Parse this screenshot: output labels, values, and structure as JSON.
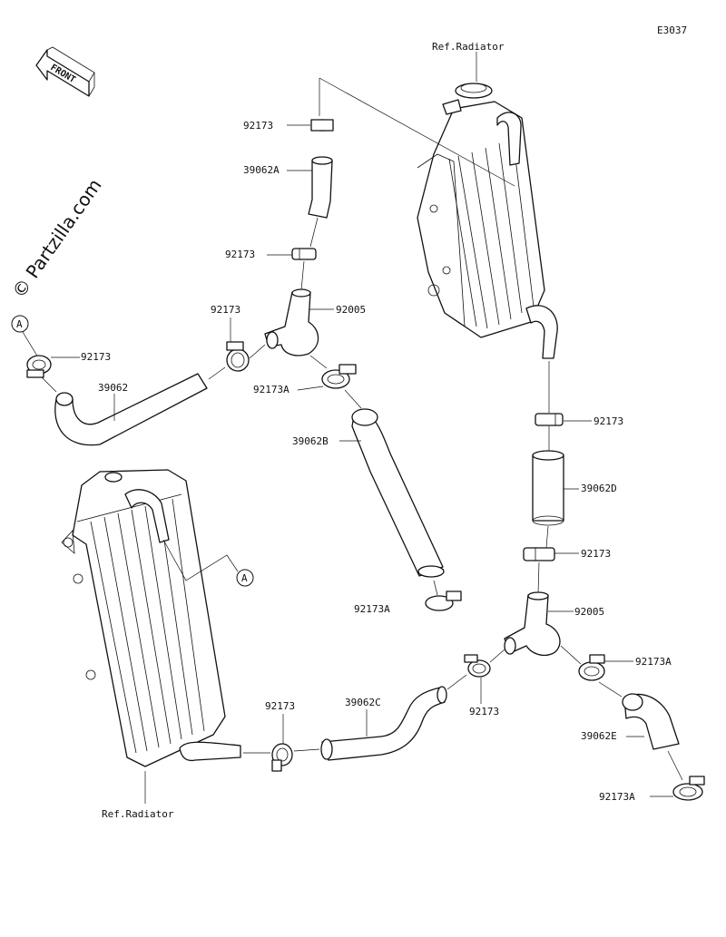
{
  "diagram_code": "E3037",
  "watermark": "© Partzilla.com",
  "front_label": "FRONT",
  "ref_labels": {
    "radiator_top": "Ref.Radiator",
    "radiator_bottom": "Ref.Radiator"
  },
  "callout_a": "A",
  "parts": {
    "clamp_top_1": "92173",
    "hose_39062a": "39062A",
    "clamp_top_2": "92173",
    "fitting_top": "92005",
    "clamp_left_mid": "92173",
    "clamp_a_left": "92173",
    "hose_39062": "39062",
    "clamp_92173a_1": "92173A",
    "hose_39062b": "39062B",
    "clamp_92173a_2": "92173A",
    "clamp_right_1": "92173",
    "hose_39062d": "39062D",
    "clamp_right_2": "92173",
    "fitting_bottom": "92005",
    "clamp_92173a_3": "92173A",
    "clamp_mid_bottom": "92173",
    "hose_39062c": "39062C",
    "clamp_bottom_left": "92173",
    "hose_39062e": "39062E",
    "clamp_92173a_4": "92173A"
  }
}
